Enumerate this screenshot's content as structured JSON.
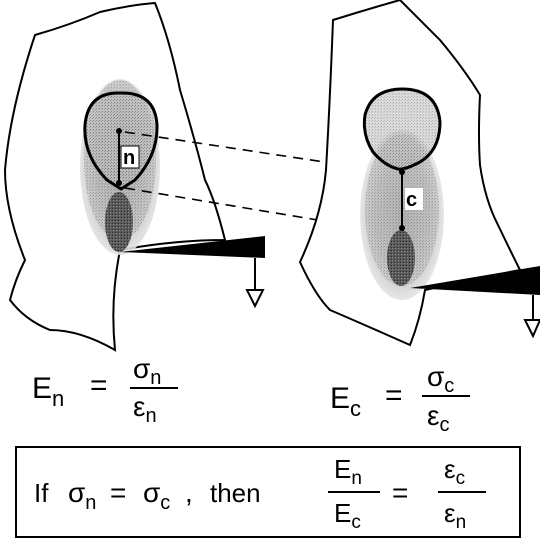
{
  "labels": {
    "n_gap": "n",
    "c_gap": "c"
  },
  "equations": {
    "left": {
      "lhs_base": "E",
      "lhs_sub": "n",
      "eq": "=",
      "num_base": "σ",
      "num_sub": "n",
      "den_base": "ε",
      "den_sub": "n"
    },
    "right": {
      "lhs_base": "E",
      "lhs_sub": "c",
      "eq": "=",
      "num_base": "σ",
      "num_sub": "c",
      "den_base": "ε",
      "den_sub": "c"
    }
  },
  "condition": {
    "if_word": "If",
    "sigma_n_base": "σ",
    "sigma_n_sub": "n",
    "eq1": "=",
    "sigma_c_base": "σ",
    "sigma_c_sub": "c",
    "comma": ",",
    "then_word": "then",
    "frac1_num_base": "E",
    "frac1_num_sub": "n",
    "frac1_den_base": "E",
    "frac1_den_sub": "c",
    "eq2": "=",
    "frac2_num_base": "ε",
    "frac2_num_sub": "c",
    "frac2_den_base": "ε",
    "frac2_den_sub": "n"
  }
}
